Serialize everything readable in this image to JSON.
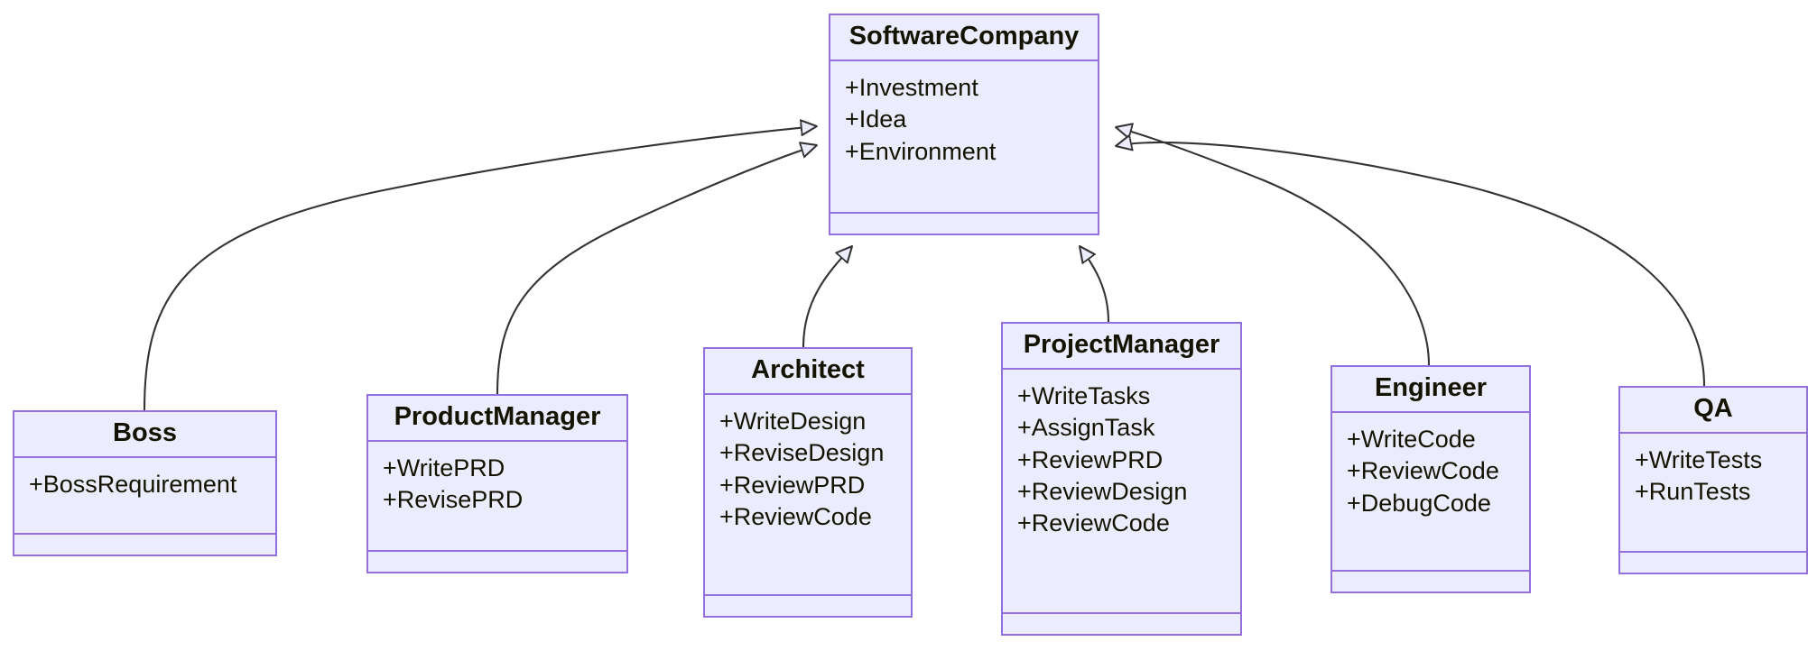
{
  "diagram": {
    "type": "uml-class-diagram",
    "title": "",
    "background_color": "#ffffff",
    "class_fill_color": "#ECECFF",
    "class_border_color": "#9370DB",
    "edge_color": "#333333",
    "relationship_type": "inheritance",
    "classes": [
      {
        "id": "software-company",
        "name": "SoftwareCompany",
        "attributes": [
          "+Investment",
          "+Idea",
          "+Environment"
        ],
        "methods": []
      },
      {
        "id": "boss",
        "name": "Boss",
        "attributes": [
          "+BossRequirement"
        ],
        "methods": []
      },
      {
        "id": "product-manager",
        "name": "ProductManager",
        "attributes": [
          "+WritePRD",
          "+RevisePRD"
        ],
        "methods": []
      },
      {
        "id": "architect",
        "name": "Architect",
        "attributes": [
          "+WriteDesign",
          "+ReviseDesign",
          "+ReviewPRD",
          "+ReviewCode"
        ],
        "methods": []
      },
      {
        "id": "project-manager",
        "name": "ProjectManager",
        "attributes": [
          "+WriteTasks",
          "+AssignTask",
          "+ReviewPRD",
          "+ReviewDesign",
          "+ReviewCode"
        ],
        "methods": []
      },
      {
        "id": "engineer",
        "name": "Engineer",
        "attributes": [
          "+WriteCode",
          "+ReviewCode",
          "+DebugCode"
        ],
        "methods": []
      },
      {
        "id": "qa",
        "name": "QA",
        "attributes": [
          "+WriteTests",
          "+RunTests"
        ],
        "methods": []
      }
    ],
    "edges": [
      {
        "from": "boss",
        "to": "software-company",
        "kind": "inheritance"
      },
      {
        "from": "product-manager",
        "to": "software-company",
        "kind": "inheritance"
      },
      {
        "from": "architect",
        "to": "software-company",
        "kind": "inheritance"
      },
      {
        "from": "project-manager",
        "to": "software-company",
        "kind": "inheritance"
      },
      {
        "from": "engineer",
        "to": "software-company",
        "kind": "inheritance"
      },
      {
        "from": "qa",
        "to": "software-company",
        "kind": "inheritance"
      }
    ]
  }
}
